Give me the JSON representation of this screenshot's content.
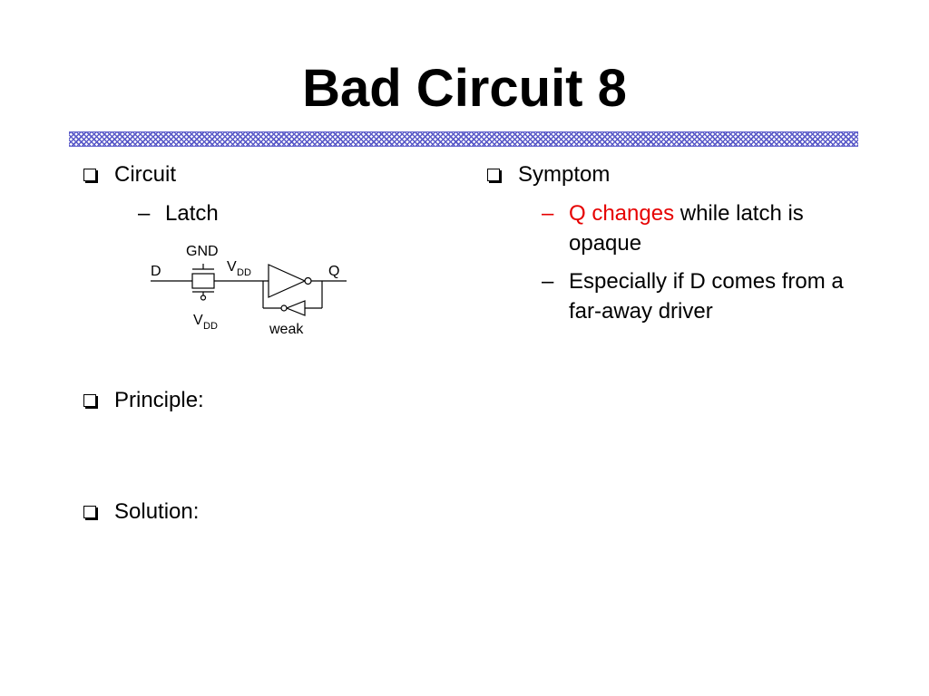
{
  "slide": {
    "title": "Bad Circuit 8"
  },
  "left": {
    "circuit_label": "Circuit",
    "latch_label": "Latch",
    "principle_label": "Principle:",
    "solution_label": "Solution:"
  },
  "right": {
    "symptom_label": "Symptom",
    "item1_highlight": "Q changes",
    "item1_rest": " while latch is opaque",
    "item2": "Especially if D comes from a far-away driver"
  },
  "diagram": {
    "d_label": "D",
    "gnd_label": "GND",
    "vdd_top_v": "V",
    "vdd_top_sub": "DD",
    "vdd_bottom_v": "V",
    "vdd_bottom_sub": "DD",
    "q_label": "Q",
    "weak_label": "weak"
  },
  "colors": {
    "highlight": "#e60000",
    "rule": "#5a5ac8"
  },
  "icons": {
    "bullet": "hollow-square-bullet-icon",
    "dash": "en-dash"
  }
}
